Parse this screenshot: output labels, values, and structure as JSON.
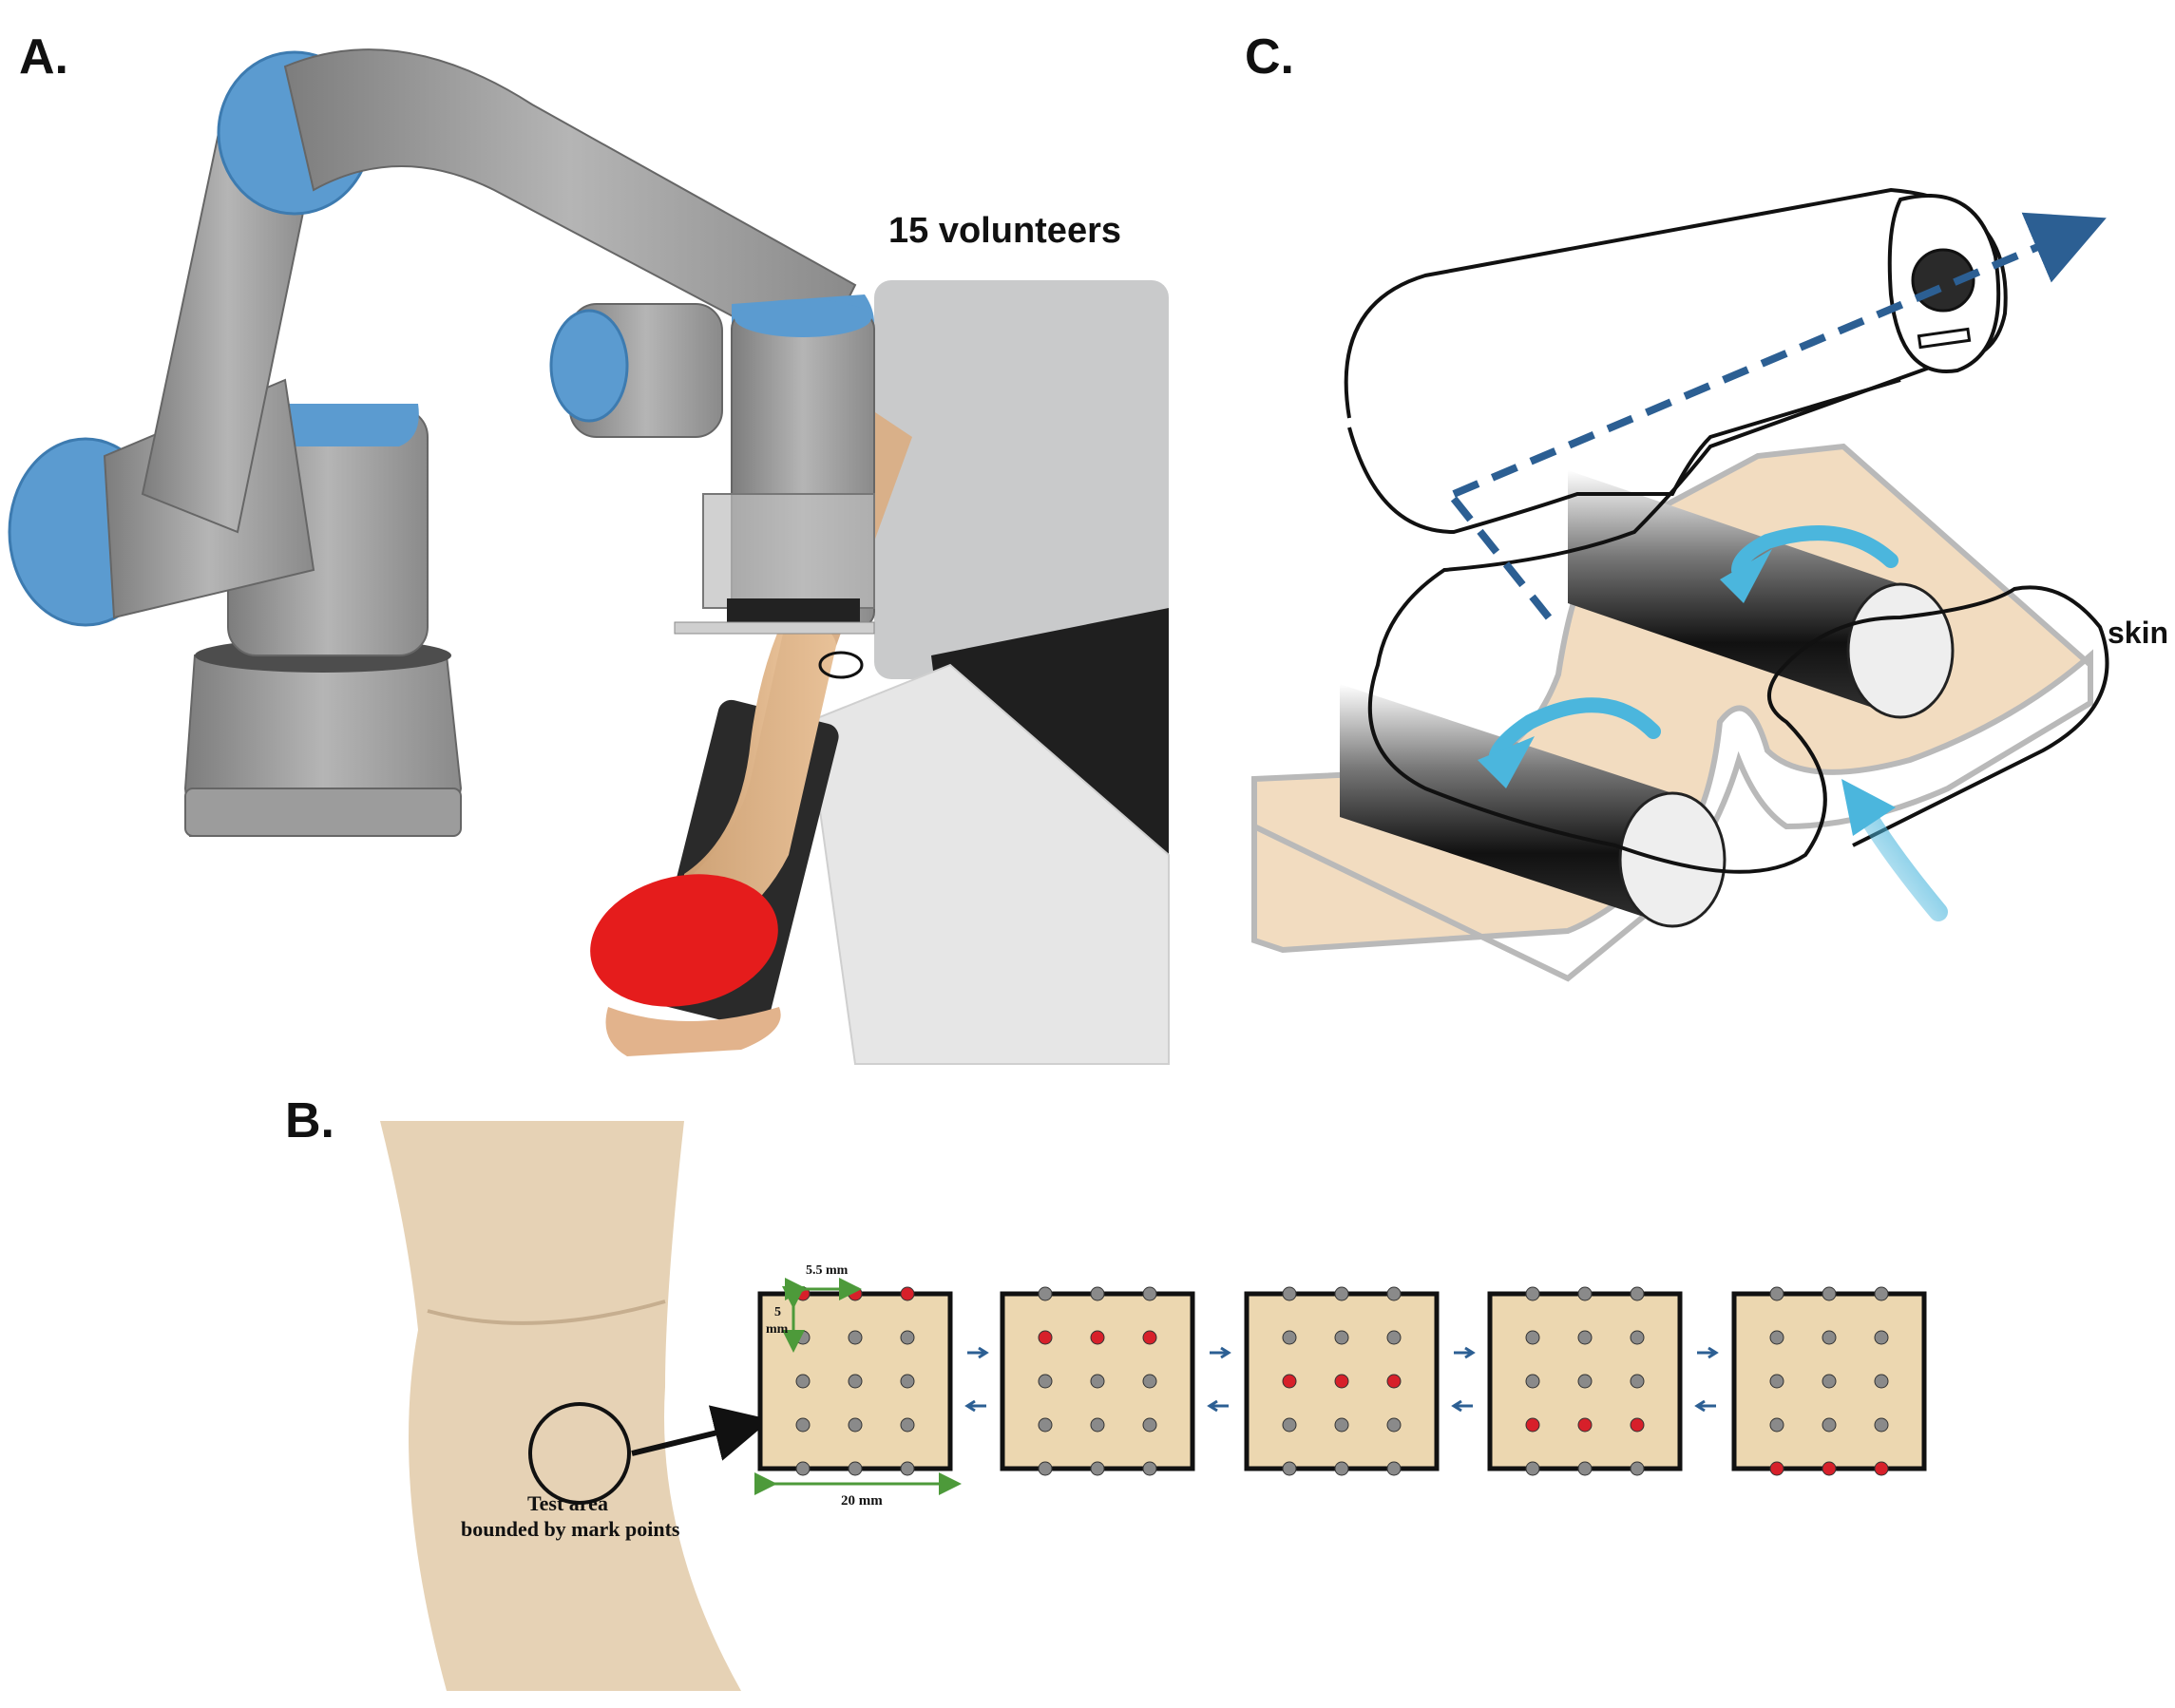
{
  "panels": {
    "a": {
      "label": "A.",
      "volunteers_text": "15 volunteers"
    },
    "b": {
      "label": "B.",
      "test_area_line1": "Test area",
      "test_area_line2": "bounded by mark points",
      "dim_spacing": "5.5 mm",
      "dim_height": "5",
      "dim_height_unit": "mm",
      "dim_width": "20 mm",
      "grid_sequence_active_rows": [
        0,
        1,
        2,
        3,
        4
      ],
      "grid_rows": 5,
      "grid_cols": 3
    },
    "c": {
      "label": "C.",
      "skin_label": "skin"
    }
  },
  "colors": {
    "robot_gray": "#9a9a9a",
    "robot_blue": "#5b9bd0",
    "skin_fill": "#f2dcc0",
    "grid_fill": "#ecd7b0",
    "dot_gray": "#8a8a8a",
    "dot_red": "#d7202a",
    "arrow_blue": "#2c5f93",
    "flow_cyan": "#4bb6dd",
    "dim_green": "#4d9a3a",
    "ball_red": "#e51c1c"
  }
}
